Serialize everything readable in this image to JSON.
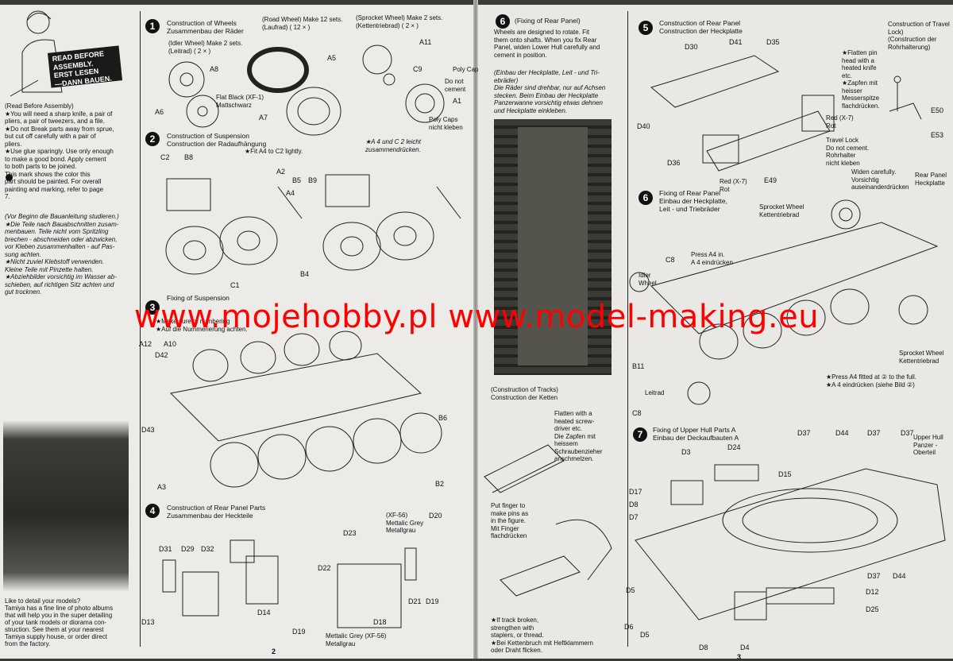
{
  "watermark": "www.mojehobby.pl www.model-making.eu",
  "intro": {
    "banner": "READ BEFORE\nASSEMBLY.\nERST LESEN\n—DANN BAUEN.",
    "text_en": "(Read Before Assembly)\n★You will need a sharp knife, a pair of\npliers, a pair of tweezers, and a file.\n★Do not Break parts away from sprue,\nbut cut off carefully with a pair of\npliers.\n★Use glue sparingly. Use only enough\nto make a good bond. Apply cement\nto both parts to be joined.\n      This mark shows the color this\npart should be painted. For overall\npainting and marking, refer to page\n7.",
    "text_de": "(Vor Beginn die Bauanleitung studieren.)\n★Die Teile nach Bauabschnitten zusam-\nmenbauen. Teile nicht vom Spritzling\nbrechen - abschneiden oder abzwicken,\nvor Kleben zusammenhalten - auf Pas-\nsung achten.\n★Nicht zuviel Klebstoff verwenden.\nKleine Teile mit Pinzette halten.\n★Abziehbilder vorsichtig im Wasser ab-\nschieben, auf richtigen Sitz achten und\ngut trocknen.",
    "detail": "Like to detail your models?\nTamiya has a fine line of photo albums\nthat will help you in the super detailing\nof your tank models or diorama con-\nstruction. See them at your nearest\nTamiya supply house, or order direct\nfrom the factory."
  },
  "steps": {
    "s1": {
      "num": "1",
      "title": "Construction of Wheels\nZusammenbau der Räder"
    },
    "s2": {
      "num": "2",
      "title": "Construction of Suspension\nConstruction der Radaufhängung"
    },
    "s3": {
      "num": "3",
      "title": "Fixing of Suspension"
    },
    "s4": {
      "num": "4",
      "title": "Construction of Rear Panel Parts\nZusammenbau der Heckteile"
    },
    "s5": {
      "num": "5",
      "title": "Construction of Rear Panel\nConstruction der Heckplatte"
    },
    "s6a": {
      "num": "6",
      "title": "(Fixing of Rear Panel)"
    },
    "s6b": {
      "num": "6",
      "title": "Fixing of Rear Panel\nEinbau der Heckplatte,\nLeit - und Triebräder"
    },
    "s7": {
      "num": "7",
      "title": "Fixing of Upper Hull Parts A\nEinbau der Deckaufbauten A"
    }
  },
  "notes": {
    "idler": "(Idler Wheel)  Make 2 sets.\n(Leitrad)          ( 2 × )",
    "road": "(Road Wheel) Make 12 sets.\n(Laufrad)             ( 12 × )",
    "sprocket": "(Sprocket Wheel) Make 2 sets.\n(Kettentriebrad)       ( 2 × )",
    "flat_black": "Flat Black (XF-1)\nMattschwarz",
    "poly_cap": "Poly Cap",
    "no_cement": "Do not\ncement",
    "poly_caps": "Poly Caps\nnicht kleben",
    "fit_a4": "★Fit A4 to C2 lightly.",
    "a4_c2_de": "★A 4 und C 2 leicht\nzusammendrücken.",
    "numbering": "★Make sure of numbering\n★Auf die Nummerierung achten.",
    "xf56_top": "(XF-56)\nMettalic Grey\nMetallgrau",
    "xf56_bot": "Mettalic Grey (XF-56)\nMetallgrau",
    "rear_panel_en": "Wheels are designed to rotate.  Fit\nthem onto shafts.  When you fix Rear\nPanel, widen Lower Hull carefully and\ncement in position.",
    "rear_panel_de": "(Einbau der Heckplatte, Leit - und Tri-\nebräder)\nDie Räder sind drehbar, nur auf Achsen\nstecken. Beim Einbau der Heckplatte\nPanzerwanne vorsichtig etwas dehnen\nund Heckplatte einkleben.",
    "tracks": "(Construction of Tracks)\nConstruction der Ketten",
    "flatten": "Flatten with a\nheated screw-\ndriver etc.\nDie Zapfen mit\nheissem\nSchraubenzieher\nanschmelzen.",
    "finger": "Put finger to\nmake pins as\nin the figure.\nMit Finger\nflachdrücken",
    "broken": "★If track broken,\nstrengthen with\nstaplers, or thread.\n★Bei Kettenbruch mit Heftklammern\noder Draht flicken.",
    "travel_lock_title": "Construction of Travel\nLock)\n(Construction der\nRohrhalterung)",
    "travel_lock_note": "★Flatten pin\nhead with a\nheated knife\netc.\n★Zapfen mit\nheisser\nMesserspitze\nflachdrücken.",
    "red_x7": "Red (X-7)\nRot",
    "travel_lock_nc": "Travel Lock\nDo not cement.\nRohrhalter\nnicht kleben",
    "widen": "Widen carefully.\nVorsichtig\nauseinanderdrücken",
    "rear_hp": "Rear Panel\nHeckplatte",
    "sprocket_tr": "Sprocket Wheel\nKettentriebrad",
    "press_a4": "Press A4 in.\nA 4 eindrücken",
    "idler_w": "Idler\nWheel",
    "leitrad": "Leitrad",
    "press_full": "★Press A4 fitted at ② to the full.\n★A 4 eindrücken (siehe Bild ②)",
    "upper_hull": "Upper Hull\nPanzer -\nOberteil"
  },
  "part_labels": [
    "A8",
    "A6",
    "A5",
    "A7",
    "A11",
    "C9",
    "A1",
    "C2",
    "B8",
    "A2",
    "B5",
    "B9",
    "A4",
    "B4",
    "C1",
    "A12",
    "A10",
    "D42",
    "D43",
    "A3",
    "B6",
    "B2",
    "D31",
    "D29",
    "D32",
    "D13",
    "D14",
    "D23",
    "D22",
    "D18",
    "D21",
    "D19",
    "D20",
    "D30",
    "D41",
    "D35",
    "D40",
    "D36",
    "E49",
    "E50",
    "E53",
    "B11",
    "C8",
    "D3",
    "D24",
    "D17",
    "D8",
    "D7",
    "D15",
    "D37",
    "D44",
    "D5",
    "D6",
    "D4",
    "D12",
    "D25"
  ],
  "page_numbers": {
    "left": "2",
    "right": "3"
  }
}
